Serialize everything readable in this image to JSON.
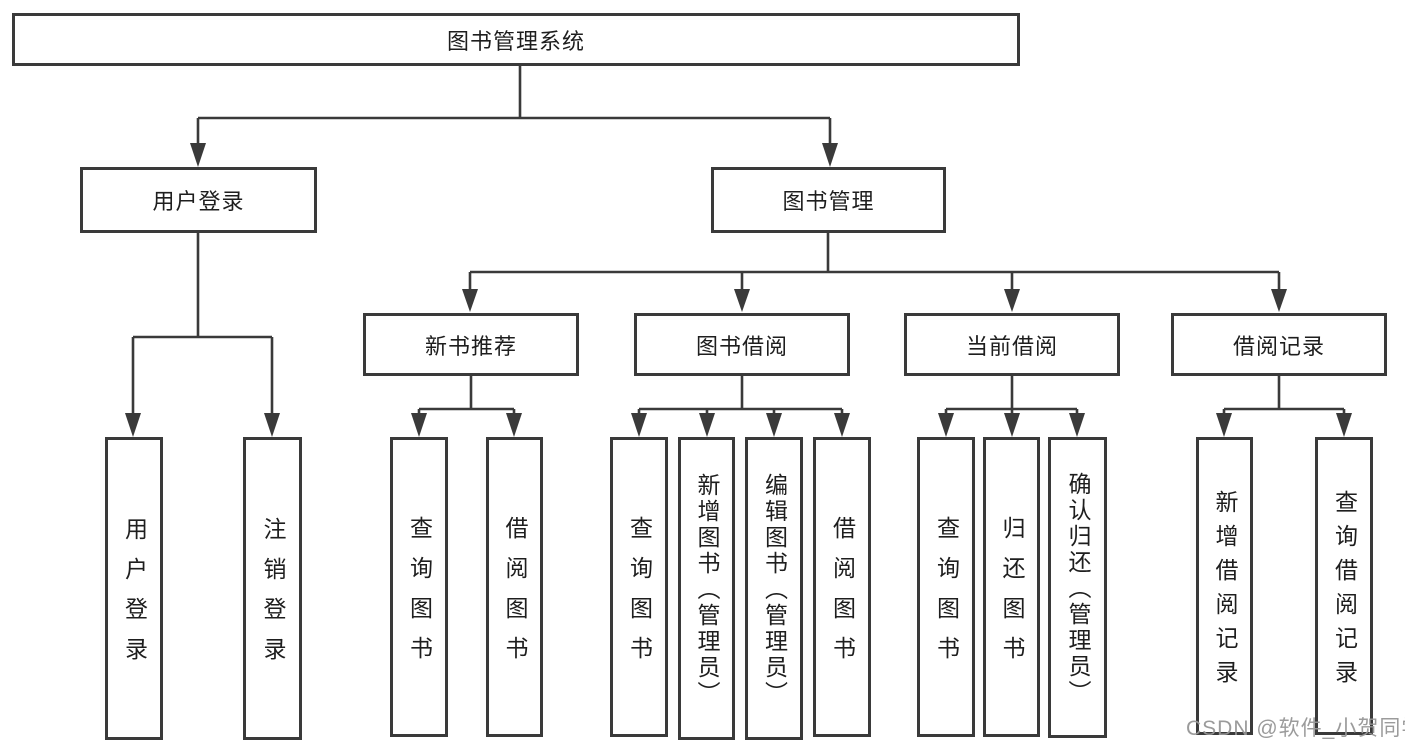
{
  "title": "图书管理系统",
  "watermark": "CSDN @软件_小贺同学",
  "colors": {
    "line": "#3a3a3a",
    "border": "#3a3a3a",
    "text": "#1e1e1e",
    "watermark": "#969696",
    "background": "#ffffff"
  },
  "nodes": {
    "root": "图书管理系统",
    "user_login": "用户登录",
    "book_management": "图书管理",
    "new_book_recommend": "新书推荐",
    "book_borrowing": "图书借阅",
    "current_borrowing": "当前借阅",
    "borrowing_records": "借阅记录",
    "leaves": {
      "login": "用户登录",
      "logout": "注销登录",
      "rec_query_books": "查询图书",
      "rec_borrow_books": "借阅图书",
      "bb_query_books": "查询图书",
      "bb_add_books": "新增图书（管理员）",
      "bb_edit_books": "编辑图书（管理员）",
      "bb_borrow_books": "借阅图书",
      "cb_query_books": "查询图书",
      "cb_return_books": "归还图书",
      "cb_confirm_return": "确认归还（管理员）",
      "br_add_record": "新增借阅记录",
      "br_query_record": "查询借阅记录"
    }
  }
}
